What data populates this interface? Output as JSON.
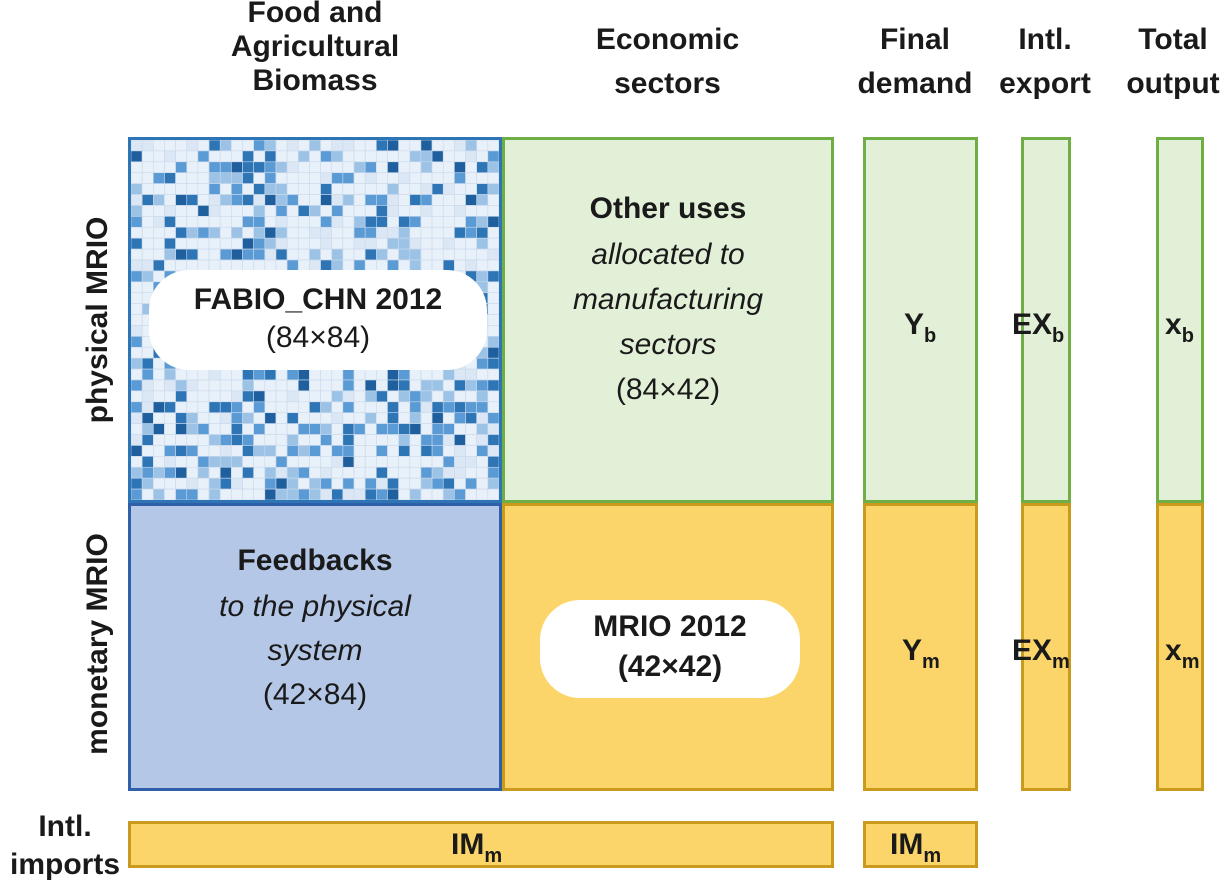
{
  "headers": {
    "food": [
      "Food and",
      "Agricultural",
      "Biomass"
    ],
    "econ": [
      "Economic",
      "sectors"
    ],
    "final": [
      "Final",
      "demand"
    ],
    "export": [
      "Intl.",
      "export"
    ],
    "output": [
      "Total",
      "output"
    ]
  },
  "rows": {
    "physical": "physical MRIO",
    "monetary": "monetary MRIO"
  },
  "imports_label": [
    "Intl.",
    "imports"
  ],
  "fabio": {
    "title": "FABIO_CHN 2012",
    "dims": "(84×84)"
  },
  "other_uses": {
    "title": "Other uses",
    "line1": "allocated to",
    "line2": "manufacturing",
    "line3": "sectors",
    "dims": "(84×42)"
  },
  "feedbacks": {
    "title": "Feedbacks",
    "line1": "to the physical",
    "line2": "system",
    "dims": "(42×84)"
  },
  "mrio": {
    "title": "MRIO 2012",
    "dims": "(42×42)"
  },
  "symbols": {
    "yb": {
      "base": "Y",
      "sub": "b"
    },
    "exb": {
      "base": "EX",
      "sub": "b"
    },
    "xb": {
      "base": "x",
      "sub": "b"
    },
    "ym": {
      "base": "Y",
      "sub": "m"
    },
    "exm": {
      "base": "EX",
      "sub": "m"
    },
    "xm": {
      "base": "x",
      "sub": "m"
    },
    "im_main": {
      "base": "IM",
      "sub": "m"
    },
    "im_final": {
      "base": "IM",
      "sub": "m"
    }
  },
  "colors": {
    "green_fill": "#e3f0d8",
    "green_border": "#6fae45",
    "gold_fill": "#fbd56a",
    "gold_border": "#c99a1c",
    "blue_fill": "#b4c7e7",
    "blue_border": "#2f5fa8",
    "matrix_border": "#2e75b6"
  }
}
